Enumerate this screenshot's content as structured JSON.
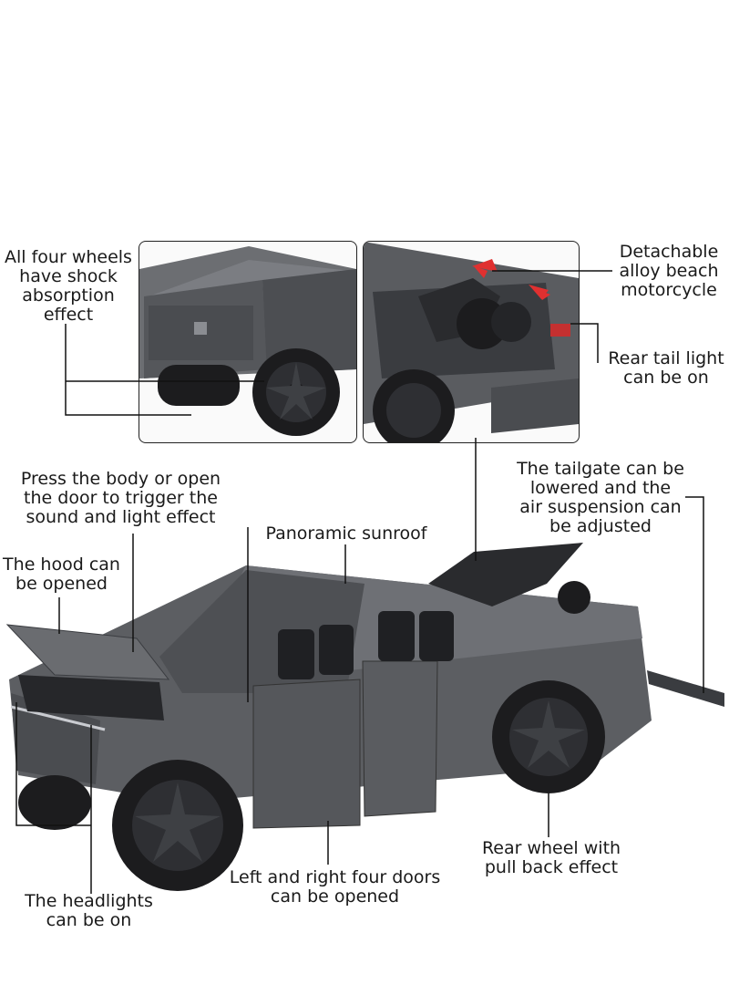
{
  "labels": {
    "shock": "All four wheels\nhave shock\nabsorption\neffect",
    "motorcycle": "Detachable\nalloy beach\nmotorcycle",
    "taillight": "Rear tail light\ncan be on",
    "press": "Press the body or open\nthe door to trigger the\nsound and light effect",
    "tailgate": "The tailgate can be\nlowered and the\nair suspension can\nbe adjusted",
    "sunroof": "Panoramic sunroof",
    "hood": "The hood can\nbe opened",
    "rearwheel": "Rear wheel with\npull back effect",
    "doors": "Left and right four doors\ncan be opened",
    "headlights": "The headlights\ncan be on"
  },
  "colors": {
    "body": "#5c5e62",
    "body_dark": "#3a3c40",
    "tire": "#1c1c1e",
    "rim": "#2e2f33",
    "accent_red": "#e03030",
    "line": "#111111"
  }
}
